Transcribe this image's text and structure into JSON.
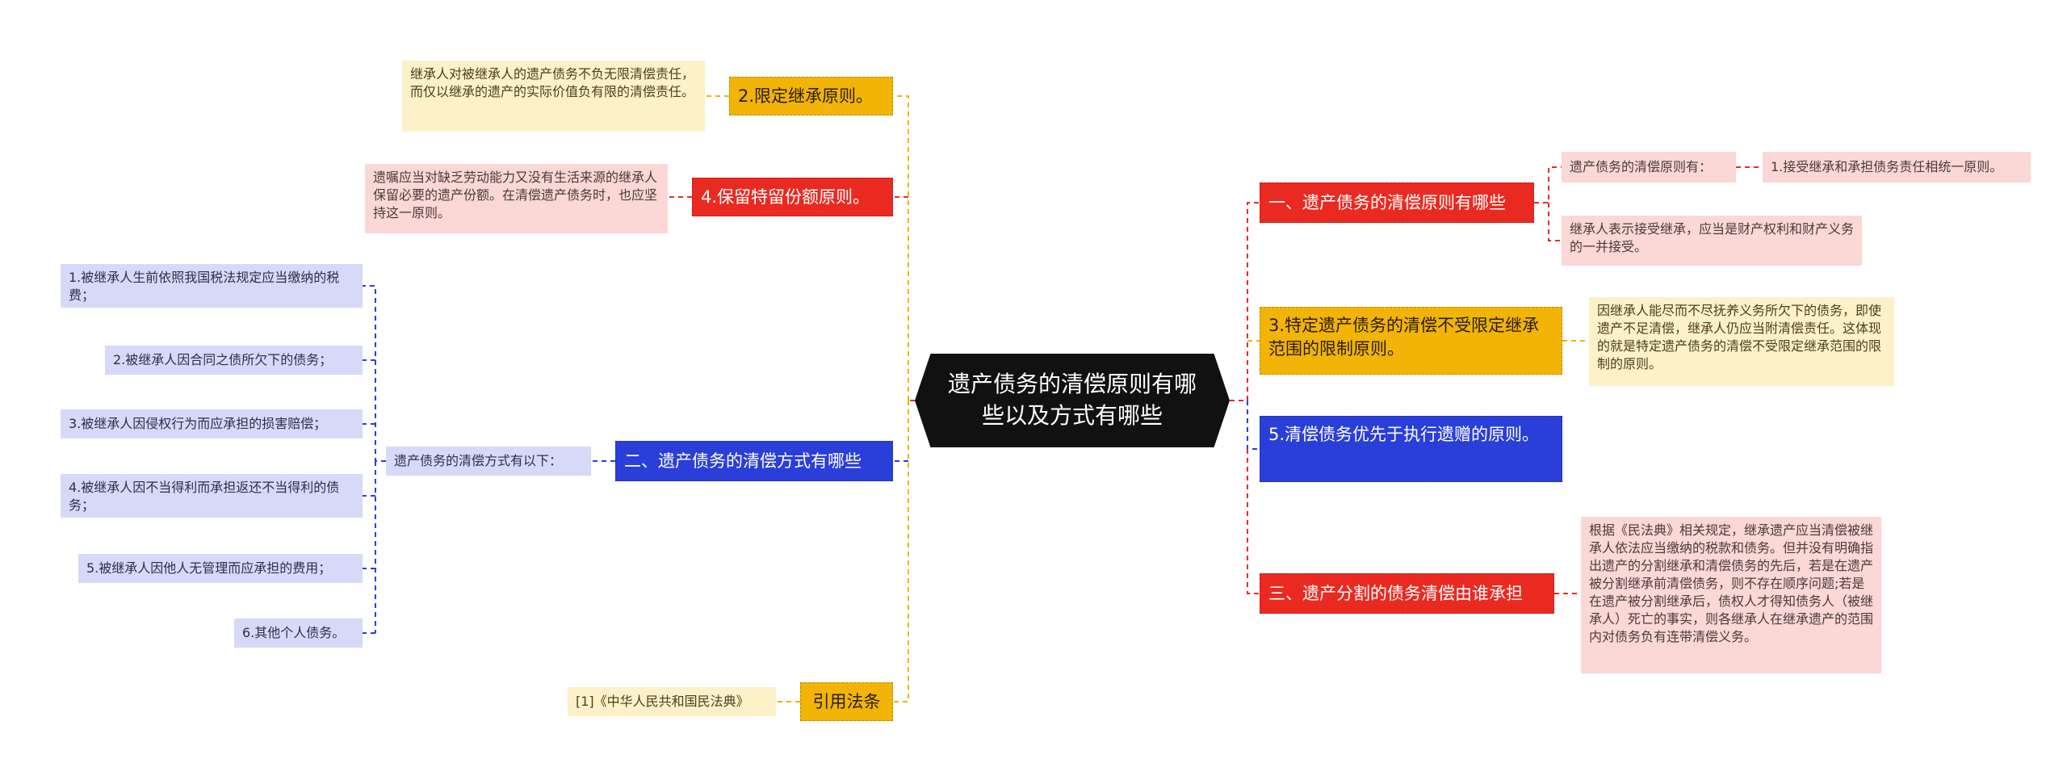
{
  "colors": {
    "red": "#ea2a21",
    "blue": "#2a3ed9",
    "yellow": "#f1b407",
    "dark": "#111111"
  },
  "center": {
    "label": "遗产债务的清偿原则有哪些以及方式有哪些"
  },
  "right": {
    "branch1": {
      "label": "一、遗产债务的清偿原则有哪些",
      "child_a": "遗产债务的清偿原则有：",
      "child_a_leaf": "1.接受继承和承担债务责任相统一原则。",
      "child_b": "继承人表示接受继承，应当是财产权利和财产义务的一并接受。"
    },
    "branch3": {
      "label": "3.特定遗产债务的清偿不受限定继承范围的限制原则。",
      "note": "因继承人能尽而不尽抚养义务所欠下的债务，即使遗产不足清偿，继承人仍应当附清偿责任。这体现的就是特定遗产债务的清偿不受限定继承范围的限制的原则。"
    },
    "branch5": {
      "label": "5.清偿债务优先于执行遗赠的原则。"
    },
    "branch_c": {
      "label": "三、遗产分割的债务清偿由谁承担",
      "note": "根据《民法典》相关规定，继承遗产应当清偿被继承人依法应当缴纳的税款和债务。但并没有明确指出遗产的分割继承和清偿债务的先后，若是在遗产被分割继承前清偿债务，则不存在顺序问题;若是在遗产被分割继承后，债权人才得知债务人（被继承人）死亡的事实，则各继承人在继承遗产的范围内对债务负有连带清偿义务。"
    }
  },
  "left": {
    "branch2": {
      "label": "2.限定继承原则。",
      "note": "继承人对被继承人的遗产债务不负无限清偿责任，而仅以继承的遗产的实际价值负有限的清偿责任。"
    },
    "branch4": {
      "label": "4.保留特留份额原则。",
      "note": "遗嘱应当对缺乏劳动能力又没有生活来源的继承人保留必要的遗产份额。在清偿遗产债务时，也应坚持这一原则。"
    },
    "branch_b": {
      "label": "二、遗产债务的清偿方式有哪些",
      "child": "遗产债务的清偿方式有以下：",
      "items": [
        "1.被继承人生前依照我国税法规定应当缴纳的税费；",
        "2.被继承人因合同之债所欠下的债务；",
        "3.被继承人因侵权行为而应承担的损害赔偿；",
        "4.被继承人因不当得利而承担返还不当得利的债务；",
        "5.被继承人因他人无管理而应承担的费用；",
        "6.其他个人债务。"
      ]
    },
    "branch_law": {
      "label": "引用法条",
      "note": "[1]《中华人民共和国民法典》"
    }
  }
}
